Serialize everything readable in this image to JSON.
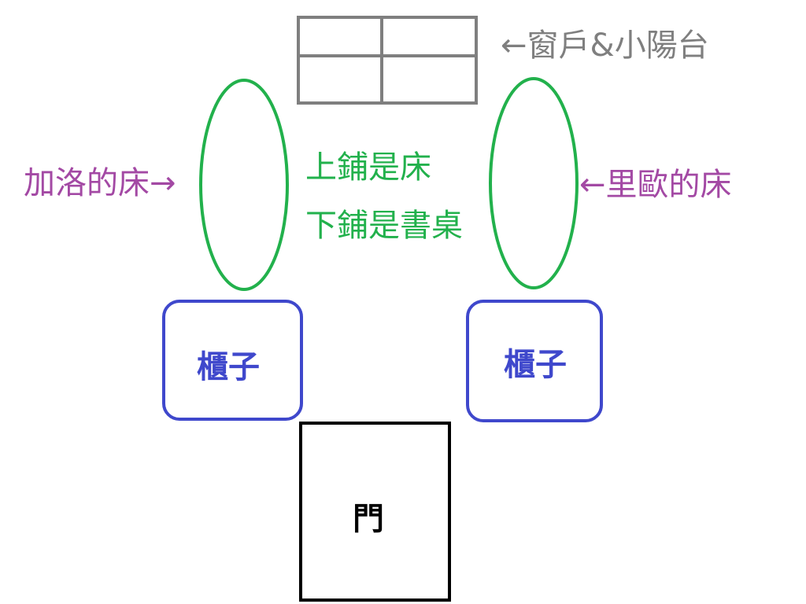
{
  "labels": {
    "window": "←窗戶&小陽台",
    "left_bed": "加洛的床→",
    "right_bed": "←里歐的床",
    "bunk_top": "上鋪是床",
    "bunk_bottom": "下鋪是書桌",
    "cabinet_left": "櫃子",
    "cabinet_right": "櫃子",
    "door": "門"
  },
  "colors": {
    "window": "#7f7f7f",
    "bed_label": "#a349a4",
    "bed_outline": "#22b14c",
    "cabinet": "#3f48cc",
    "door": "#000000"
  }
}
